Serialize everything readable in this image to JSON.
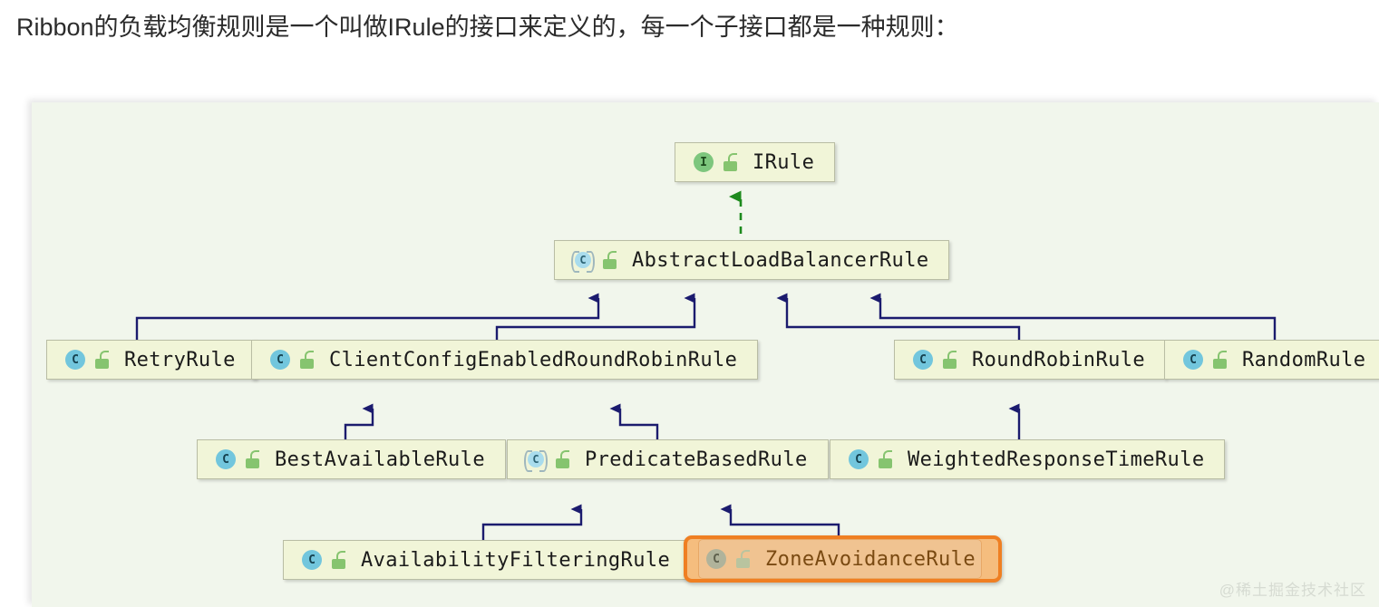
{
  "page": {
    "title": "Ribbon的负载均衡规则是一个叫做IRule的接口来定义的，每一个子接口都是一种规则：",
    "watermark": "@稀土掘金技术社区"
  },
  "theme": {
    "canvas_bg": "#f1f6ec",
    "node_fill": "#f1f5d8",
    "node_border": "#b9bda4",
    "connector_inherit": "#1b1b6e",
    "connector_implement": "#1d8a1d",
    "highlight_border": "#ef7f22",
    "highlight_fill": "#f5bd7e",
    "highlight_text": "#7a4a12",
    "interface_icon": "#7dc67d",
    "class_icon": "#72c6dd",
    "abstract_icon": "#a9dced",
    "lock_icon": "#86c46f"
  },
  "diagram": {
    "type": "uml-class-hierarchy",
    "nodes": [
      {
        "id": "irule",
        "label": "IRule",
        "kind": "interface",
        "icon": "interface-icon",
        "lock": "unlocked-icon",
        "highlighted": false
      },
      {
        "id": "abstractlb",
        "label": "AbstractLoadBalancerRule",
        "kind": "abstract",
        "icon": "abstract-class-icon",
        "lock": "unlocked-icon",
        "highlighted": false
      },
      {
        "id": "retry",
        "label": "RetryRule",
        "kind": "class",
        "icon": "class-icon",
        "lock": "unlocked-icon",
        "highlighted": false
      },
      {
        "id": "clientconfig",
        "label": "ClientConfigEnabledRoundRobinRule",
        "kind": "class",
        "icon": "class-icon",
        "lock": "unlocked-icon",
        "highlighted": false
      },
      {
        "id": "roundrobin",
        "label": "RoundRobinRule",
        "kind": "class",
        "icon": "class-icon",
        "lock": "unlocked-icon",
        "highlighted": false
      },
      {
        "id": "random",
        "label": "RandomRule",
        "kind": "class",
        "icon": "class-icon",
        "lock": "unlocked-icon",
        "highlighted": false
      },
      {
        "id": "bestavail",
        "label": "BestAvailableRule",
        "kind": "class",
        "icon": "class-icon",
        "lock": "unlocked-icon",
        "highlighted": false
      },
      {
        "id": "predicate",
        "label": "PredicateBasedRule",
        "kind": "abstract",
        "icon": "abstract-class-icon",
        "lock": "unlocked-icon",
        "highlighted": false
      },
      {
        "id": "weighted",
        "label": "WeightedResponseTimeRule",
        "kind": "class",
        "icon": "class-icon",
        "lock": "unlocked-icon",
        "highlighted": false
      },
      {
        "id": "availfilter",
        "label": "AvailabilityFilteringRule",
        "kind": "class",
        "icon": "class-icon",
        "lock": "unlocked-icon",
        "highlighted": false
      },
      {
        "id": "zoneavoid",
        "label": "ZoneAvoidanceRule",
        "kind": "class",
        "icon": "class-icon",
        "lock": "unlocked-icon",
        "highlighted": true
      }
    ],
    "edges": [
      {
        "from": "abstractlb",
        "to": "irule",
        "relation": "implements"
      },
      {
        "from": "retry",
        "to": "abstractlb",
        "relation": "extends"
      },
      {
        "from": "clientconfig",
        "to": "abstractlb",
        "relation": "extends"
      },
      {
        "from": "roundrobin",
        "to": "abstractlb",
        "relation": "extends"
      },
      {
        "from": "random",
        "to": "abstractlb",
        "relation": "extends"
      },
      {
        "from": "bestavail",
        "to": "clientconfig",
        "relation": "extends"
      },
      {
        "from": "predicate",
        "to": "clientconfig",
        "relation": "extends"
      },
      {
        "from": "weighted",
        "to": "roundrobin",
        "relation": "extends"
      },
      {
        "from": "availfilter",
        "to": "predicate",
        "relation": "extends"
      },
      {
        "from": "zoneavoid",
        "to": "predicate",
        "relation": "extends"
      }
    ]
  }
}
